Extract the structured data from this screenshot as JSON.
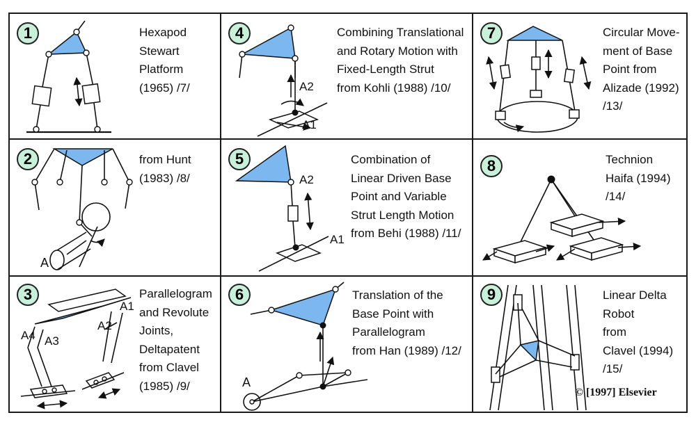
{
  "copyright": "© [1997] Elsevier",
  "cells": [
    {
      "number": "1",
      "text": "Hexapod\nStewart\nPlatform\n(1965) /7/"
    },
    {
      "number": "4",
      "text": "Combining Translational\nand Rotary Motion with\nFixed-Length Strut\nfrom Kohli (1988) /10/"
    },
    {
      "number": "7",
      "text": "Circular Move-\nment of Base\nPoint from\nAlizade (1992)\n/13/"
    },
    {
      "number": "2",
      "text": "from Hunt\n(1983) /8/"
    },
    {
      "number": "5",
      "text": "Combination of\nLinear Driven Base\nPoint and Variable\nStrut Length Motion\nfrom Behi (1988) /11/"
    },
    {
      "number": "8",
      "text": "Technion\nHaifa (1994)\n/14/"
    },
    {
      "number": "3",
      "text": "Parallelogram\nand Revolute\nJoints,\nDeltapatent\nfrom  Clavel\n(1985) /9/"
    },
    {
      "number": "6",
      "text": "Translation of the\nBase Point with\nParallelogram\nfrom Han (1989) /12/"
    },
    {
      "number": "9",
      "text": "Linear Delta\nRobot\nfrom\nClavel (1994)\n/15/"
    }
  ],
  "sketch_labels": {
    "cell4": [
      "A2",
      "A1"
    ],
    "cell2": [
      "A"
    ],
    "cell5": [
      "A2",
      "A1"
    ],
    "cell3": [
      "A1",
      "A2",
      "A3",
      "A4"
    ],
    "cell6": [
      "A"
    ]
  }
}
